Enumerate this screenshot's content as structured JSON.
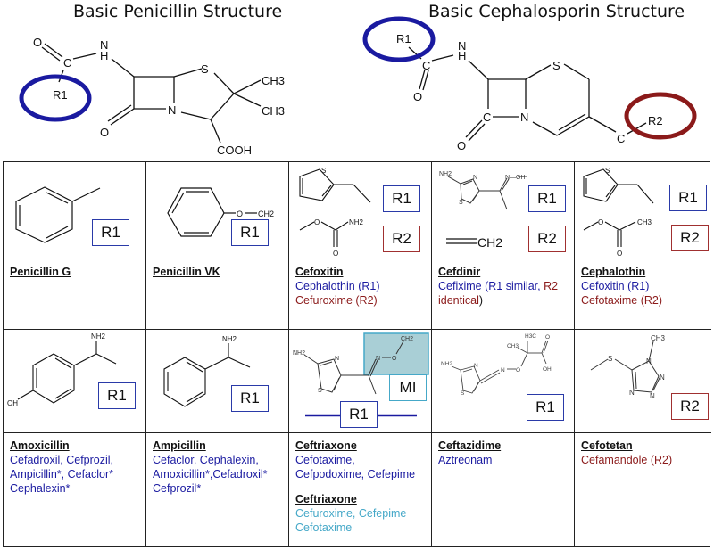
{
  "titles": {
    "penicillin": "Basic Penicillin Structure",
    "cephalosporin": "Basic Cephalosporin Structure"
  },
  "structure_labels": {
    "O": "O",
    "N": "N",
    "H": "H",
    "C": "C",
    "S": "S",
    "CH3": "CH3",
    "COOH": "COOH",
    "R1": "R1",
    "R2": "R2",
    "NH2": "NH2",
    "OH": "OH",
    "CH2": "CH2",
    "N_OH": "N—OH",
    "H3C": "H3C"
  },
  "colors": {
    "r1_blue": "#1a1aa0",
    "r2_red": "#8b1a1a",
    "mi_cyan": "#45a8c8",
    "mi_fill": "#a9cfd6"
  },
  "cells": [
    {
      "name": "Penicillin G",
      "tags": [
        "R1"
      ],
      "lines": []
    },
    {
      "name": "Penicillin VK",
      "tags": [
        "R1"
      ],
      "lines": []
    },
    {
      "name": "Cefoxitin",
      "tags": [
        "R1",
        "R2"
      ],
      "lines": [
        {
          "text": "Cephalothin (R1)",
          "color": "blue"
        },
        {
          "text": "Cefuroxime (R2)",
          "color": "red"
        }
      ]
    },
    {
      "name": "Cefdinir",
      "tags": [
        "R1",
        "R2"
      ],
      "lines": [
        {
          "text": "Cefixime (",
          "color": "blue"
        },
        {
          "text": "R1 similar, ",
          "color": "blue"
        },
        {
          "text": "R2",
          "color": "red"
        },
        {
          "text": "identical",
          "color": "red"
        },
        {
          "text": ")",
          "color": "black"
        }
      ]
    },
    {
      "name": "Cephalothin",
      "tags": [
        "R1",
        "R2"
      ],
      "lines": [
        {
          "text": "Cefoxitin (R1)",
          "color": "blue"
        },
        {
          "text": "Cefotaxime (R2)",
          "color": "red"
        }
      ]
    },
    {
      "name": "Amoxicillin",
      "tags": [
        "R1"
      ],
      "lines": [
        {
          "text": "Cefadroxil, Cefprozil,",
          "color": "blue"
        },
        {
          "text": "Ampicillin*, Cefaclor*",
          "color": "blue"
        },
        {
          "text": "Cephalexin*",
          "color": "blue"
        }
      ]
    },
    {
      "name": "Ampicillin",
      "tags": [
        "R1"
      ],
      "lines": [
        {
          "text": "Cefaclor, Cephalexin,",
          "color": "blue"
        },
        {
          "text": "Amoxicillin*,Cefadroxil*",
          "color": "blue"
        },
        {
          "text": "Cefprozil*",
          "color": "blue"
        }
      ]
    },
    {
      "name": "Ceftriaxone",
      "tags": [
        "R1",
        "MI"
      ],
      "lines": [
        {
          "text": "Cefotaxime,",
          "color": "blue"
        },
        {
          "text": "Cefpodoxime, Cefepime",
          "color": "blue"
        }
      ],
      "name2": "Ceftriaxone",
      "lines2": [
        {
          "text": "Cefuroxime, Cefepime",
          "color": "cyan"
        },
        {
          "text": "Cefotaxime",
          "color": "cyan"
        }
      ]
    },
    {
      "name": "Ceftazidime",
      "tags": [
        "R1"
      ],
      "lines": [
        {
          "text": "Aztreonam",
          "color": "blue"
        }
      ]
    },
    {
      "name": "Cefotetan",
      "tags": [
        "R2"
      ],
      "lines": [
        {
          "text": "Cefamandole (R2)",
          "color": "red"
        }
      ]
    }
  ]
}
